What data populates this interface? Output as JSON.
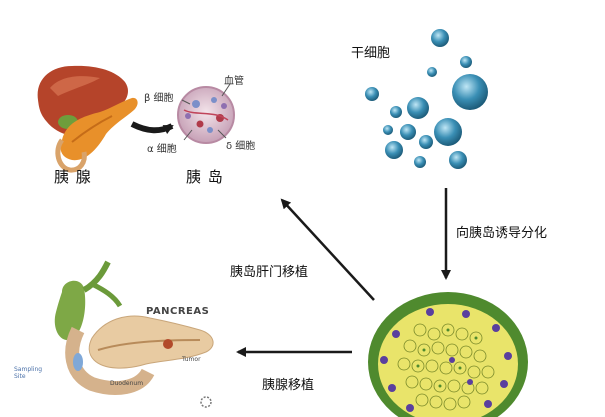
{
  "labels": {
    "stem_cells": "干细胞",
    "pancreas": "胰 腺",
    "islet": "胰 岛",
    "beta_cell": "β 细胞",
    "alpha_cell": "α 细胞",
    "delta_cell": "δ 细胞",
    "blood_vessel": "血管",
    "induce": "向胰岛诱导分化",
    "islet_liver_transplant": "胰岛肝门移植",
    "pancreas_transplant": "胰腺移植",
    "pancreas_title": "PANCREAS",
    "sampling_site": "Sampling Site",
    "duodenum": "Duodenum",
    "tumor": "Tumor"
  },
  "colors": {
    "arrow": "#1a1a1a",
    "liver": "#b5442a",
    "pancreas_orange": "#e8902a",
    "islet_pink": "#d9a3b8",
    "stem_blue": "#2f7fa3",
    "cluster_yellow": "#e9e46a",
    "cluster_green": "#4f8a2e",
    "cluster_purple": "#5a3f9e",
    "gallbladder": "#7ea846",
    "pancreas_beige": "#e8cba2"
  }
}
